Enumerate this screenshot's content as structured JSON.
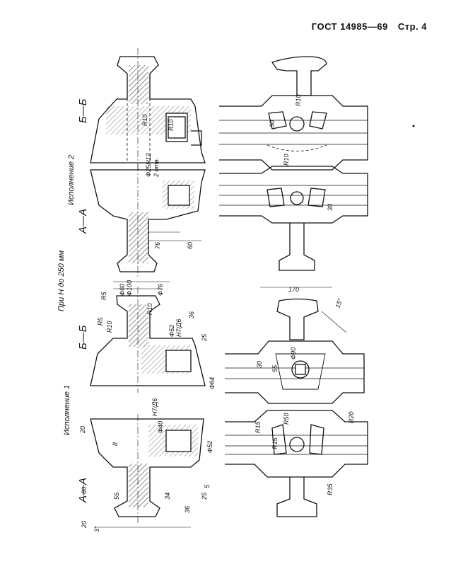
{
  "header": {
    "gost": "ГОСТ 14985—69",
    "page": "Стр. 4"
  },
  "captions": {
    "variant2": "Исполнение 2",
    "variant1": "Исполнение 1",
    "height_note": "При H до 250 мм"
  },
  "sections": {
    "aa": "А—А",
    "bb": "Б—Б"
  },
  "dims": {
    "d_bore2": "Ф25Н12",
    "holes2": "2 отв.",
    "r10": "R10",
    "d100": "Ф100",
    "d76": "Ф76",
    "d60": "Ф60",
    "r5": "R5",
    "d52": "Ф52",
    "fit_h7": "Н7/Д6",
    "d64": "Ф64",
    "d40": "Ф40",
    "d40_fit": "Н7/Д6",
    "d52b": "Ф52",
    "n36": "36",
    "n25": "25",
    "n20": "20",
    "n80": "80",
    "n55": "55",
    "n8": "8",
    "n34": "34",
    "n5": "5",
    "n3deg": "3°",
    "n60": "60",
    "n76": "76",
    "n170": "170",
    "n15deg": "15°",
    "r50": "R50",
    "r20": "R20",
    "r15": "R15",
    "r35": "R35",
    "d90": "Ф90",
    "n30": "30"
  }
}
